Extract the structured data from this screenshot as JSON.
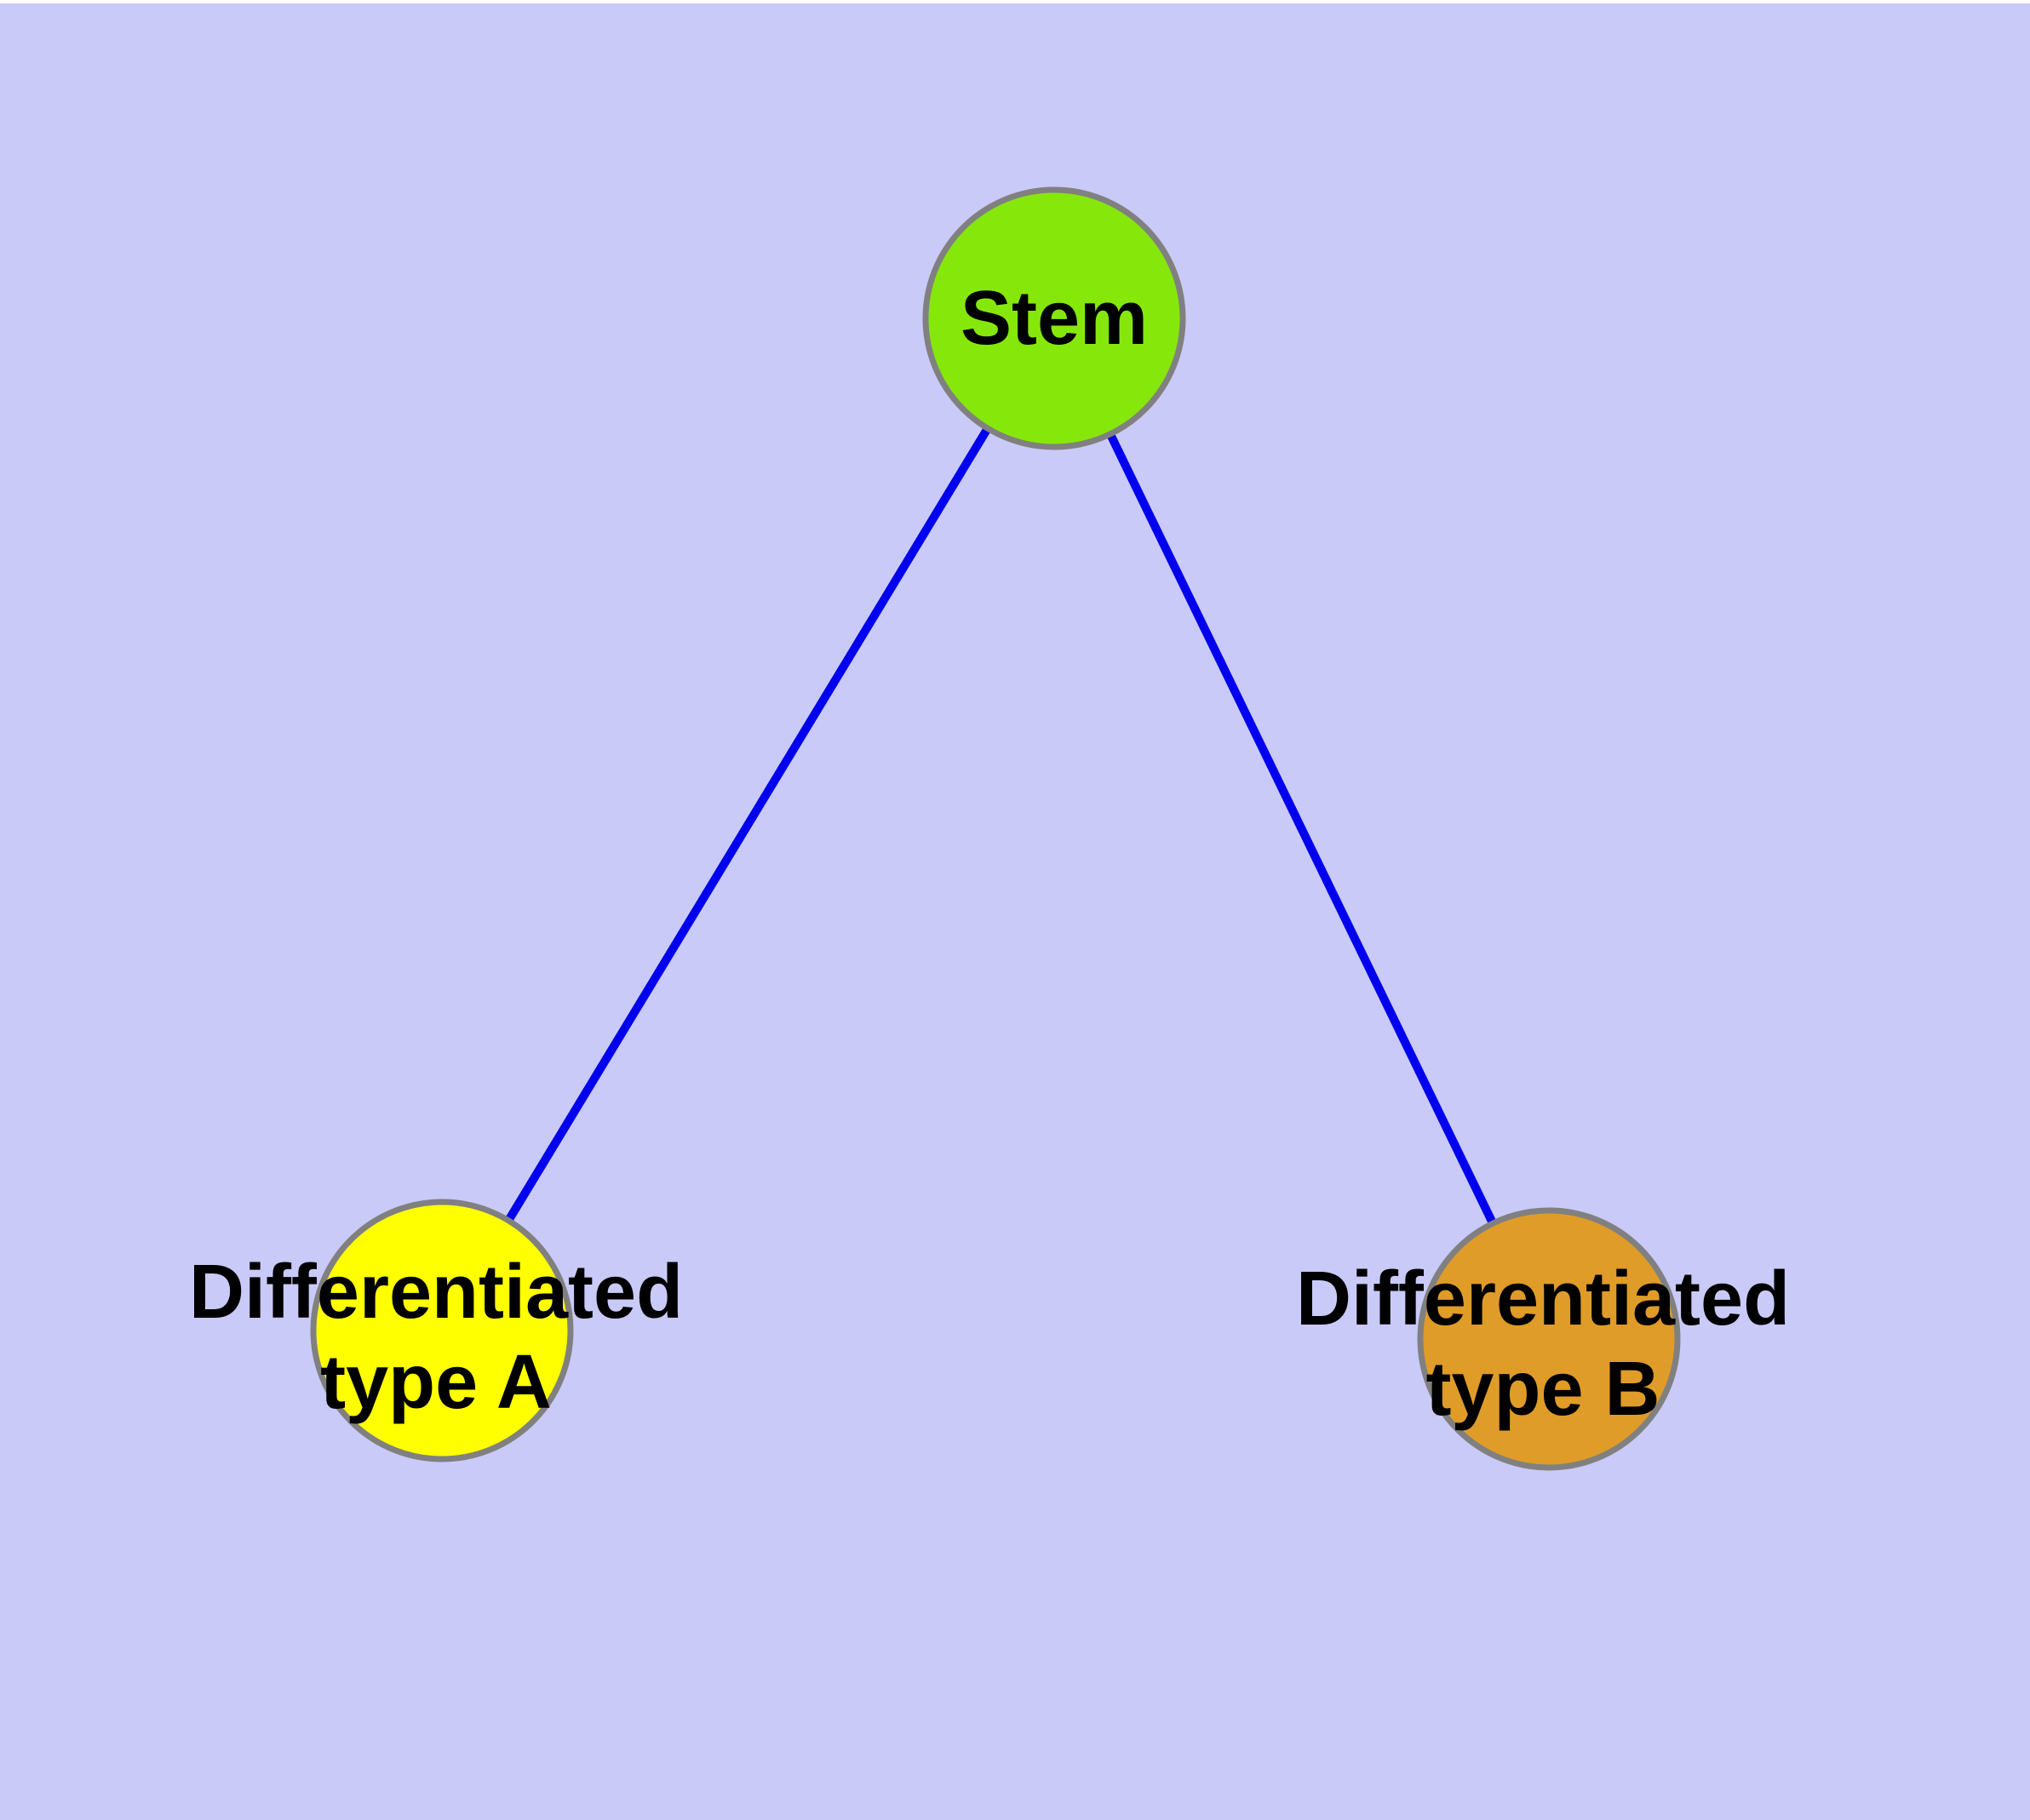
{
  "canvas": {
    "background_color": "#CACAF8",
    "top_strip_color": "#FFFFFF",
    "text_color": "#000000"
  },
  "diagram": {
    "type": "graph",
    "description": "Stem cell differentiation tree: one parent node connected to two child nodes",
    "nodes": {
      "stem": {
        "label": "Stem",
        "fill": "#86E80A",
        "stroke": "#808080"
      },
      "type_a": {
        "label_line1": "Differentiated",
        "label_line2": "type A",
        "fill": "#FFFF00",
        "stroke": "#808080"
      },
      "type_b": {
        "label_line1": "Differentiated",
        "label_line2": "type B",
        "fill": "#E09C28",
        "stroke": "#808080"
      }
    },
    "edges": {
      "color": "#0000EE",
      "list": [
        {
          "from": "stem",
          "to": "type_a"
        },
        {
          "from": "stem",
          "to": "type_b"
        }
      ]
    }
  }
}
